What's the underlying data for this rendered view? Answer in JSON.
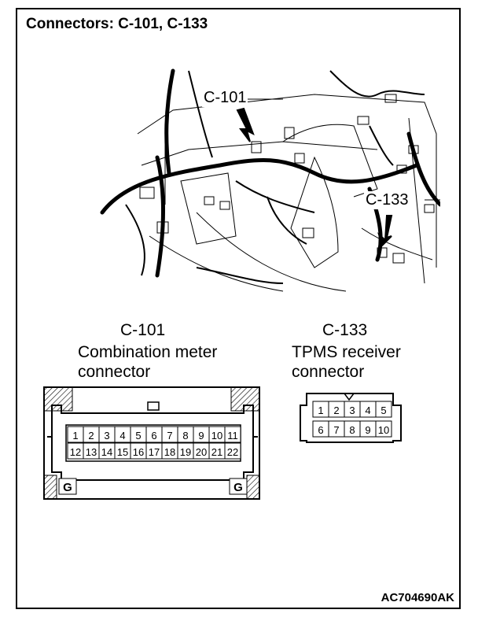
{
  "title": "Connectors: C-101, C-133",
  "illustration": {
    "callout_left": "C-101",
    "callout_right": "C-133"
  },
  "connectors": [
    {
      "id": "C-101",
      "name_line1": "Combination meter",
      "name_line2": "connector",
      "pins_row1": [
        "1",
        "2",
        "3",
        "4",
        "5",
        "6",
        "7",
        "8",
        "9",
        "10",
        "11"
      ],
      "pins_row2": [
        "12",
        "13",
        "14",
        "15",
        "16",
        "17",
        "18",
        "19",
        "20",
        "21",
        "22"
      ],
      "ground_label": "G"
    },
    {
      "id": "C-133",
      "name_line1": "TPMS receiver",
      "name_line2": "connector",
      "pins_row1": [
        "1",
        "2",
        "3",
        "4",
        "5"
      ],
      "pins_row2": [
        "6",
        "7",
        "8",
        "9",
        "10"
      ]
    }
  ],
  "figure_id": "AC704690AK"
}
